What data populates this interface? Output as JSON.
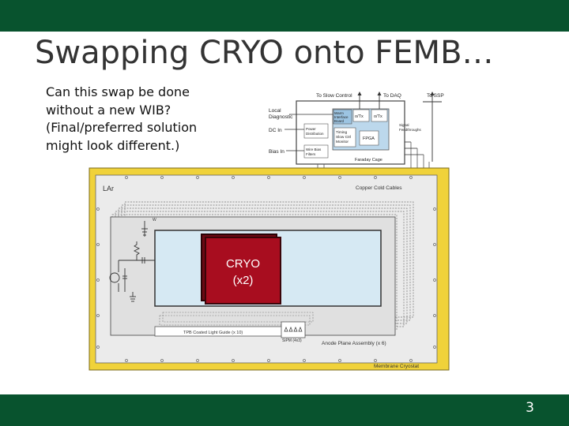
{
  "slide": {
    "title": "Swapping CRYO onto FEMB…",
    "body_lines": [
      "Can this swap be done",
      "without a new WIB?",
      "(Final/preferred solution",
      "might look different.)"
    ],
    "page_number": "3"
  },
  "diagram": {
    "top_labels": {
      "to_slow_control": "To Slow Control",
      "to_daq": "To DAQ",
      "to_ssp": "To SSP"
    },
    "left_labels": {
      "local_diagnostic_1": "Local",
      "local_diagnostic_2": "Diagnostic",
      "dc_in": "DC In",
      "bias_in": "Bias In"
    },
    "warm_box": {
      "warm_interface_1": "Warm",
      "warm_interface_2": "Interface",
      "warm_interface_3": "Board",
      "o_tx_1": "o/Tx",
      "o_tx_2": "o/Tx",
      "power_distribution_1": "Power",
      "power_distribution_2": "Distribution",
      "timing_1": "Timing",
      "timing_2": "Slow Ctrl",
      "timing_3": "Monitor",
      "fpga": "FPGA",
      "wire_bias_1": "Wire Bias",
      "wire_bias_2": "Filters",
      "signal_feedthroughs_1": "Signal",
      "signal_feedthroughs_2": "Feedthroughs",
      "faraday_cage": "Faraday Cage"
    },
    "cryostat": {
      "lar": "LAr",
      "copper_cold_cables": "Copper Cold Cables",
      "wire_label": "W",
      "tpb_light_guide": "TPB Coated Light Guide (x 10)",
      "sipm": "SiPM (4x3)",
      "anode_plane_assembly": "Anode Plane Assembly (x 6)",
      "membrane_cryostat": "Membrane Cryostat"
    },
    "cryo_block": {
      "line1": "CRYO",
      "line2": "(x2)"
    }
  },
  "colors": {
    "bar_green": "#08532e",
    "cryostat_yellow": "#f0d23a",
    "lar_gray": "#e6e6e6",
    "apa_blue": "#d6e9f3",
    "warm_blue": "#bcd8ec",
    "cryo_red": "#a80d1f"
  }
}
